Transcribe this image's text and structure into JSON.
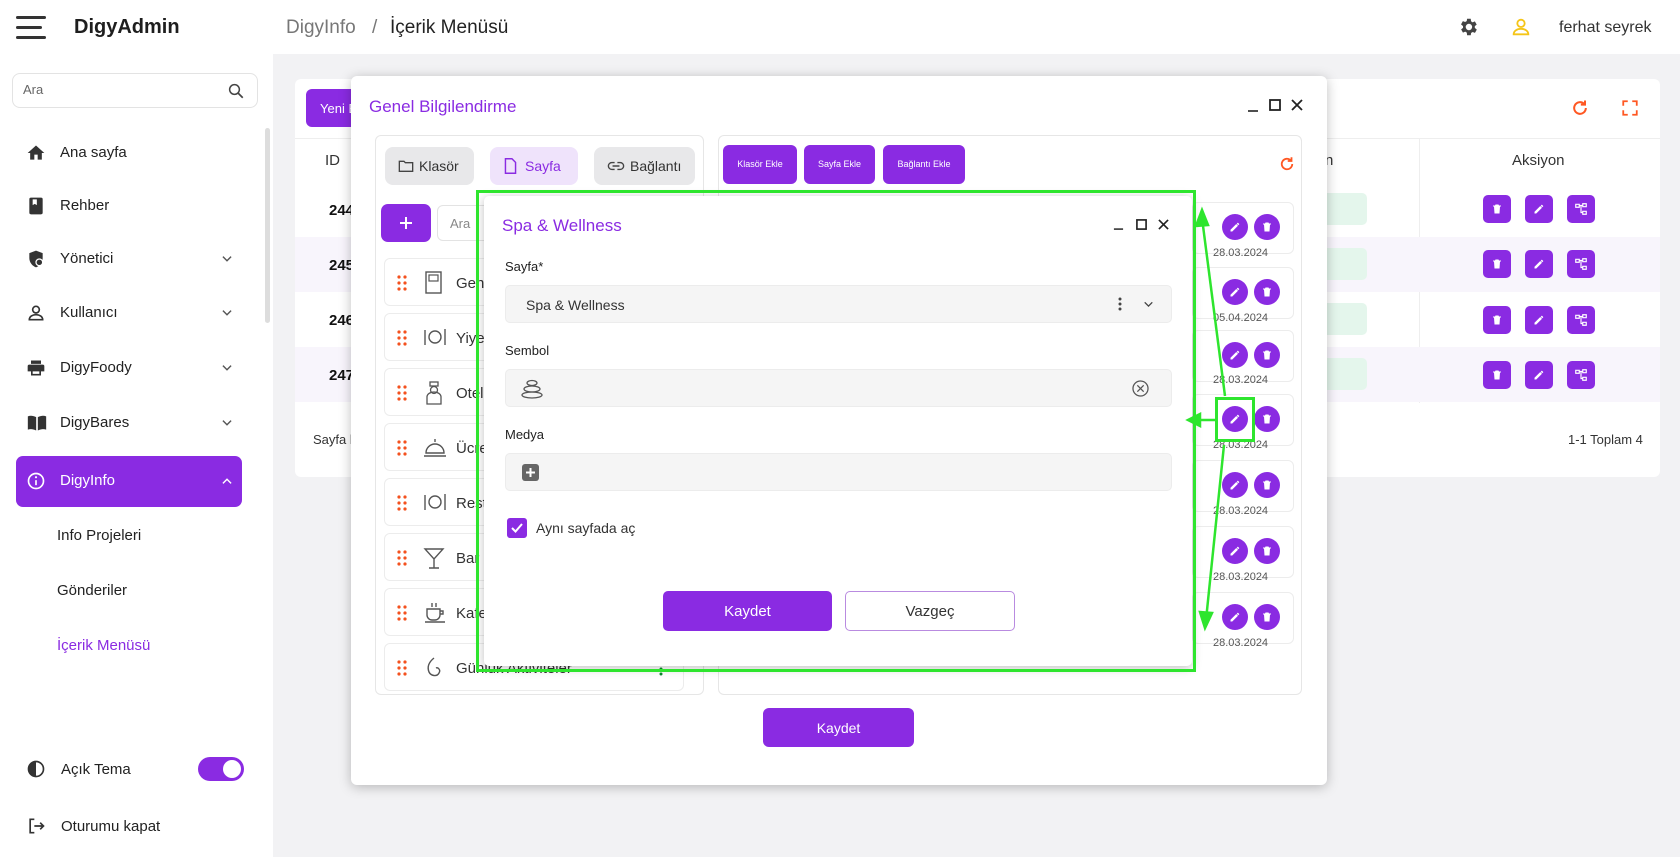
{
  "app": {
    "title": "DigyAdmin"
  },
  "breadcrumb": {
    "parent": "DigyInfo",
    "separator": "/",
    "current": "İçerik Menüsü"
  },
  "user": {
    "name": "ferhat seyrek"
  },
  "sidebar": {
    "search_placeholder": "Ara",
    "items": [
      {
        "label": "Ana sayfa",
        "icon": "home-icon"
      },
      {
        "label": "Rehber",
        "icon": "book-icon"
      },
      {
        "label": "Yönetici",
        "icon": "admin-shield-icon"
      },
      {
        "label": "Kullanıcı",
        "icon": "person-icon"
      },
      {
        "label": "DigyFoody",
        "icon": "printer-icon"
      },
      {
        "label": "DigyBares",
        "icon": "menu-book-icon"
      },
      {
        "label": "DigyInfo",
        "icon": "info-icon"
      }
    ],
    "subitems": [
      "Info Projeleri",
      "Gönderiler",
      "İçerik Menüsü"
    ],
    "theme_label": "Açık Tema",
    "logout_label": "Oturumu kapat"
  },
  "table": {
    "new_button": "Yeni E",
    "headers": {
      "id": "ID",
      "partial": "n",
      "actions": "Aksiyon"
    },
    "rows": [
      {
        "id": "244"
      },
      {
        "id": "245"
      },
      {
        "id": "246"
      },
      {
        "id": "247"
      }
    ],
    "footer_left": "Sayfa l",
    "footer_right": "1-1 Toplam 4"
  },
  "modal_outer": {
    "title": "Genel Bilgilendirme",
    "tabs": [
      "Klasör",
      "Sayfa",
      "Bağlantı"
    ],
    "search_placeholder": "Ara",
    "items": [
      {
        "label": "Gene",
        "icon": "book-icon"
      },
      {
        "label": "Yiye",
        "icon": "dining-icon"
      },
      {
        "label": "Otel",
        "icon": "bellboy-icon"
      },
      {
        "label": "Ücre",
        "icon": "cloche-icon"
      },
      {
        "label": "Rest",
        "icon": "dining-icon"
      },
      {
        "label": "Bar",
        "icon": "cocktail-icon"
      },
      {
        "label": "Kafe",
        "icon": "coffee-icon"
      },
      {
        "label": "Günlük Aktiviteler",
        "icon": "activity-icon"
      }
    ],
    "add_buttons": [
      "Klasör Ekle",
      "Sayfa Ekle",
      "Bağlantı Ekle"
    ],
    "dates": [
      "28.03.2024",
      "05.04.2024",
      "28.03.2024",
      "28.03.2024",
      "28.03.2024",
      "28.03.2024",
      "28.03.2024"
    ],
    "save_button": "Kaydet"
  },
  "modal_inner": {
    "title": "Spa & Wellness",
    "page_label": "Sayfa*",
    "page_value": "Spa & Wellness",
    "symbol_label": "Sembol",
    "media_label": "Medya",
    "checkbox_label": "Aynı sayfada aç",
    "checkbox_checked": true,
    "save_button": "Kaydet",
    "cancel_button": "Vazgeç"
  },
  "colors": {
    "accent": "#8a2be2",
    "annotation": "#2ee52e",
    "refresh": "#ff5722"
  }
}
